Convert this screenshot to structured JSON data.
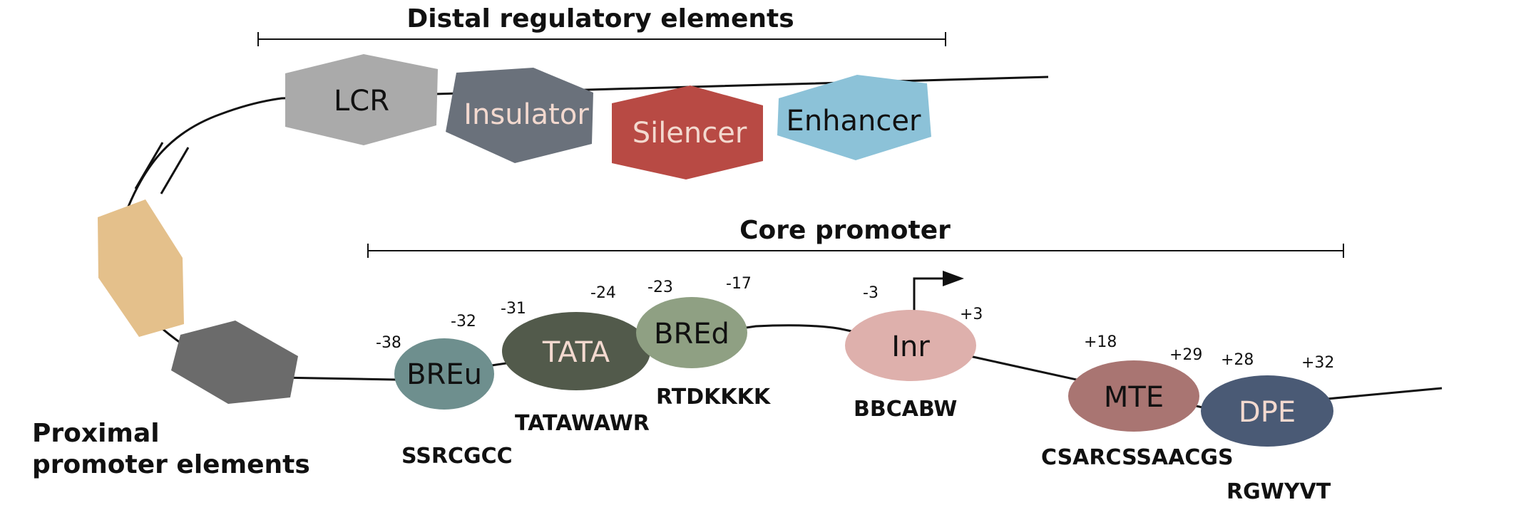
{
  "distal": {
    "title": "Distal regulatory elements",
    "elements": [
      {
        "label": "LCR",
        "color": "#aaaaaa",
        "text_color": "#111111"
      },
      {
        "label": "Insulator",
        "color": "#6a717b",
        "text_color": "#f3d9cf"
      },
      {
        "label": "Silencer",
        "color": "#b84a44",
        "text_color": "#f3d9cf"
      },
      {
        "label": "Enhancer",
        "color": "#8cc2d8",
        "text_color": "#111111"
      }
    ]
  },
  "proximal": {
    "title_line1": "Proximal",
    "title_line2": "promoter elements",
    "colors": [
      "#e4c08b",
      "#6b6b6b"
    ]
  },
  "core": {
    "title": "Core promoter",
    "elements": [
      {
        "label": "BREu",
        "color": "#6e8f8e",
        "text_color": "#111111",
        "positions": [
          "-38",
          "-32"
        ],
        "sequence": "SSRCGCC"
      },
      {
        "label": "TATA",
        "color": "#525a4b",
        "text_color": "#f3d9cf",
        "positions": [
          "-31",
          "-24"
        ],
        "sequence": "TATAWAWR"
      },
      {
        "label": "BREd",
        "color": "#8fa083",
        "text_color": "#111111",
        "positions": [
          "-23",
          "-17"
        ],
        "sequence": "RTDKKKK"
      },
      {
        "label": "Inr",
        "color": "#deb0ac",
        "text_color": "#111111",
        "positions": [
          "-3",
          "+3"
        ],
        "sequence": "BBCABW"
      },
      {
        "label": "MTE",
        "color": "#a97572",
        "text_color": "#111111",
        "positions": [
          "+18",
          "+29"
        ],
        "sequence": "CSARCSSAACGS"
      },
      {
        "label": "DPE",
        "color": "#4a5a75",
        "text_color": "#f3d9cf",
        "positions": [
          "+28",
          "+32"
        ],
        "sequence": "RGWYVT"
      }
    ]
  }
}
